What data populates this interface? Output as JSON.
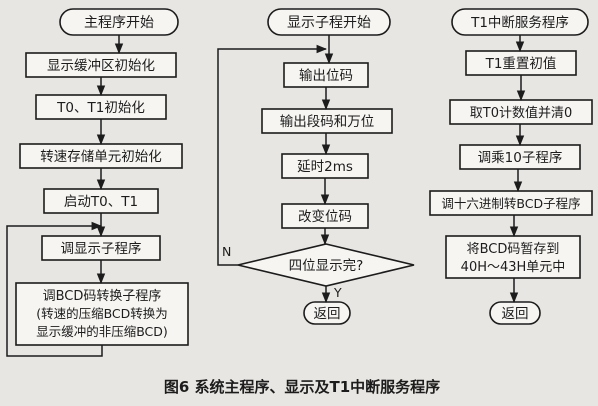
{
  "flowcharts": {
    "main": {
      "start": "主程序开始",
      "steps": [
        "显示缓冲区初始化",
        "T0、T1初始化",
        "转速存储单元初始化",
        "启动T0、T1",
        "调显示子程序"
      ],
      "convert": [
        "调BCD码转换子程序",
        "(转速的压缩BCD转换为",
        "显示缓冲的非压缩BCD)"
      ]
    },
    "display": {
      "start": "显示子程开始",
      "steps": [
        "输出位码",
        "输出段码和万位",
        "延时2ms",
        "改变位码"
      ],
      "decision": "四位显示完?",
      "no": "N",
      "yes": "Y",
      "end": "返回"
    },
    "isr": {
      "start": "T1中断服务程序",
      "steps": [
        "T1重置初值",
        "取T0计数值并清0",
        "调乘10子程序",
        "调十六进制转BCD子程序"
      ],
      "store": [
        "将BCD码暂存到",
        "40H～43H单元中"
      ],
      "end": "返回"
    }
  },
  "caption": "图6 系统主程序、显示及T1中断服务程序"
}
